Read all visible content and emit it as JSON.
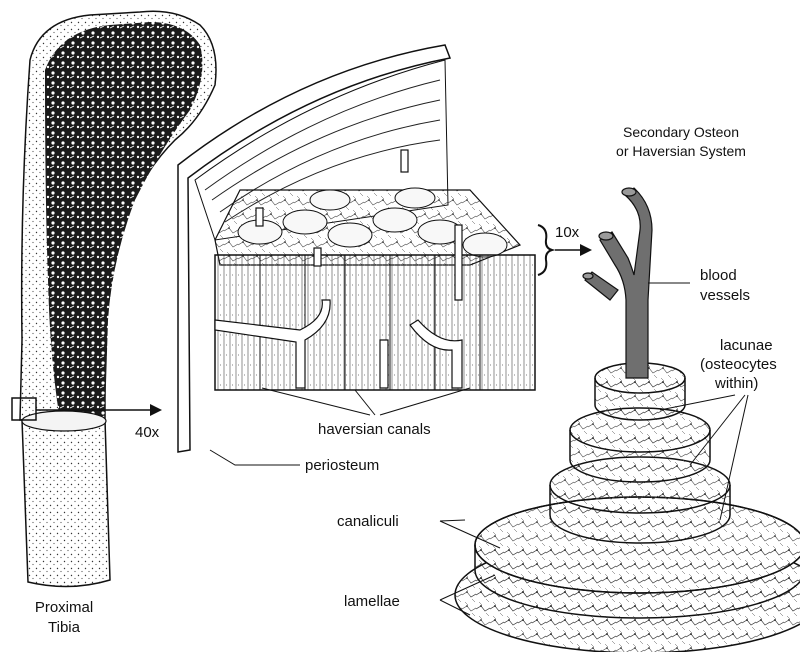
{
  "labels": {
    "tibia_line1": "Proximal",
    "tibia_line2": "Tibia",
    "mag_40x": "40x",
    "mag_10x": "10x",
    "haversian_canals": "haversian canals",
    "periosteum": "periosteum",
    "osteon_title_line1": "Secondary Osteon",
    "osteon_title_line2": "or Haversian System",
    "blood_line1": "blood",
    "blood_line2": "vessels",
    "lacunae_line1": "lacunae",
    "lacunae_line2": "(osteocytes",
    "lacunae_line3": "within)",
    "canaliculi": "canaliculi",
    "lamellae": "lamellae"
  }
}
